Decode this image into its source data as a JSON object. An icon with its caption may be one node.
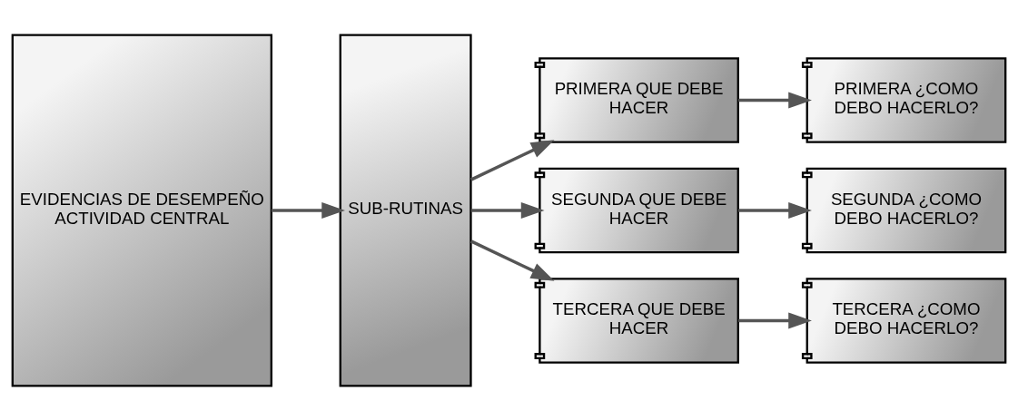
{
  "diagram": {
    "nodes": [
      {
        "text": [
          "EVIDENCIAS DE DESEMPEÑO ACTIVIDAD CENTRAL"
        ]
      },
      {
        "text": [
          "SUB-RUTINAS"
        ]
      },
      {
        "text": [
          "PRIMERA QUE DEBE HACER"
        ]
      },
      {
        "text": [
          "PRIMERA ¿COMO DEBO HACERLO?"
        ]
      },
      {
        "text": [
          "SEGUNDA QUE DEBE HACER"
        ]
      },
      {
        "text": [
          "SEGUNDA ¿COMO DEBO HACERLO?"
        ]
      },
      {
        "text": [
          "TERCERA QUE DEBE HACER"
        ]
      },
      {
        "text": [
          "TERCERA ¿COMO DEBO HACERLO?"
        ]
      }
    ],
    "edges": [
      {
        "from": 0,
        "to": 1,
        "arrow": "to"
      },
      {
        "from": 1,
        "to": 2,
        "arrow": "to"
      },
      {
        "from": 1,
        "to": 4,
        "arrow": "to"
      },
      {
        "from": 1,
        "to": 6,
        "arrow": "to"
      },
      {
        "from": 2,
        "to": 3,
        "arrow": "to"
      },
      {
        "from": 4,
        "to": 5,
        "arrow": "to"
      },
      {
        "from": 6,
        "to": 7,
        "arrow": "to"
      }
    ]
  }
}
